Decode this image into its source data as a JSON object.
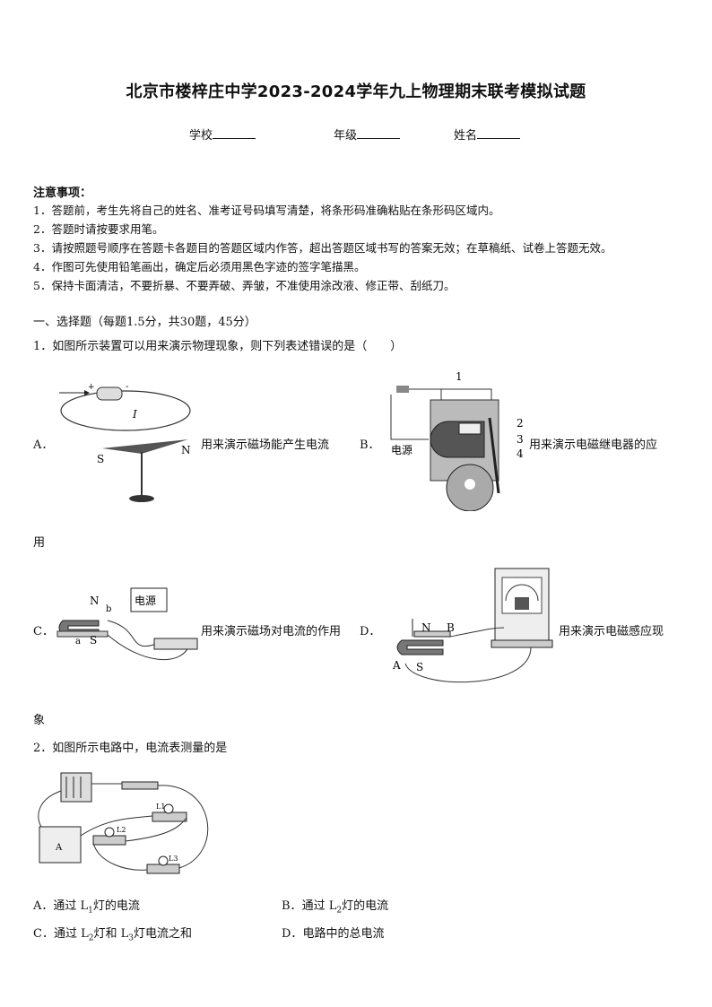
{
  "title": "北京市楼梓庄中学2023-2024学年九上物理期末联考模拟试题",
  "fields": [
    {
      "label": "学校"
    },
    {
      "label": "年级"
    },
    {
      "label": "姓名"
    }
  ],
  "notes": {
    "heading": "注意事项：",
    "items": [
      "1．答题前，考生先将自己的姓名、准考证号码填写清楚，将条形码准确粘贴在条形码区域内。",
      "2．答题时请按要求用笔。",
      "3．请按照题号顺序在答题卡各题目的答题区域内作答，超出答题区域书写的答案无效；在草稿纸、试卷上答题无效。",
      "4．作图可先使用铅笔画出，确定后必须用黑色字迹的签字笔描黑。",
      "5．保持卡面清洁，不要折暴、不要弄破、弄皱，不准使用涂改液、修正带、刮纸刀。"
    ]
  },
  "section": "一、选择题（每题1.5分，共30题，45分）",
  "q1": {
    "stem": "1．如图所示装置可以用来演示物理现象，则下列表述错误的是（　　）",
    "options": [
      {
        "letter": "A．",
        "text": "用来演示磁场能产生电流",
        "cont": ""
      },
      {
        "letter": "B．",
        "text": "用来演示电磁继电器的应",
        "cont": "用"
      },
      {
        "letter": "C．",
        "text": "用来演示磁场对电流的作用",
        "cont": ""
      },
      {
        "letter": "D．",
        "text": "用来演示电磁感应现",
        "cont": "象"
      }
    ],
    "figure_labels": {
      "a_plus": "+",
      "a_minus": "-",
      "a_current": "I",
      "a_s": "S",
      "a_n": "N",
      "b_1": "1",
      "b_2": "2",
      "b_3": "3",
      "b_4": "4",
      "b_power": "电源",
      "c_n": "N",
      "c_b": "b",
      "c_a": "a",
      "c_s": "S",
      "c_power": "电源",
      "d_n": "N",
      "d_b": "B",
      "d_a": "A",
      "d_s": "S"
    }
  },
  "q2": {
    "stem": "2．如图所示电路中，电流表测量的是",
    "figure_labels": {
      "l1": "L1",
      "l2": "L2",
      "l3": "L3",
      "ammeter": "A"
    },
    "options": [
      {
        "letter": "A．",
        "pre": "通过 L",
        "sub": "1",
        "post": "灯的电流"
      },
      {
        "letter": "B．",
        "pre": "通过 L",
        "sub": "2",
        "post": "灯的电流"
      },
      {
        "letter": "C．",
        "pre": "通过 L",
        "sub": "2",
        "mid": "灯和 L",
        "sub2": "3",
        "post": "灯电流之和"
      },
      {
        "letter": "D．",
        "pre": "电路中的总电流",
        "sub": "",
        "post": ""
      }
    ]
  }
}
